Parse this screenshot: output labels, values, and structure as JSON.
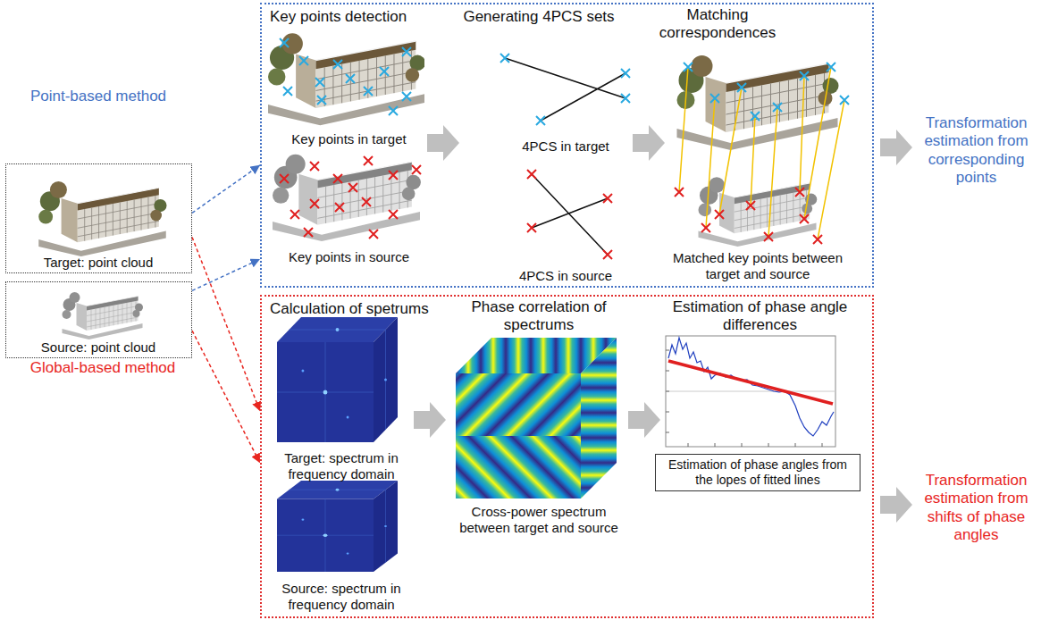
{
  "diagram": {
    "nodes": [
      {
        "text": [
          "Target: point cloud"
        ]
      },
      {
        "text": [
          "Source: point cloud"
        ]
      },
      {
        "text": [
          "Key points detection",
          "Key points in target",
          "Key points in source",
          "Generating 4PCS sets",
          "4PCS in target",
          "4PCS in source",
          "Matching correspondences",
          "Matched key points between target and source"
        ]
      },
      {
        "text": [
          "Calculation of spetrums",
          "Target: spectrum in frequency domain",
          "Source: spectrum in frequency domain",
          "Phase correlation of spectrums",
          "Cross-power spectrum between target and source",
          "Estimation of phase angle differences"
        ]
      },
      {
        "text": [
          "Estimation of phase angles from the lopes of fitted lines"
        ],
        "in": 3
      }
    ],
    "edges": [
      {
        "from": 0,
        "to": 2,
        "arrow": "to"
      },
      {
        "from": 1,
        "to": 2,
        "arrow": "to"
      },
      {
        "from": 0,
        "to": 3,
        "arrow": "to"
      },
      {
        "from": 1,
        "to": 3,
        "arrow": "to"
      }
    ],
    "labels": [
      "Point-based method",
      "Global-based method",
      "Transformation estimation from corresponding points",
      "Transformation estimation from shifts of phase angles"
    ]
  }
}
